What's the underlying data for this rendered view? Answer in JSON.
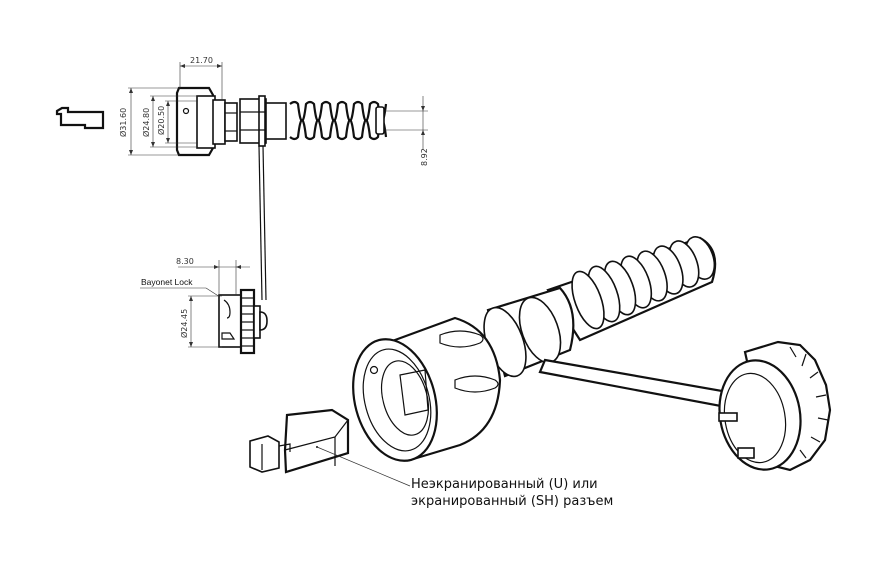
{
  "figure": {
    "top_view": {
      "dimensions": {
        "length": "21.70",
        "diameter_outer": "Ø31.60",
        "diameter_mid": "Ø24.80",
        "diameter_inner": "Ø20.50",
        "cable_gland": "8.92"
      }
    },
    "side_view": {
      "dimensions": {
        "lock_offset": "8.30",
        "lock_diameter": "Ø24.45"
      },
      "callout": "Bayonet Lock"
    },
    "caption": {
      "line1": "Неэкранированный (U) или",
      "line2": "экранированный (SH) разъем"
    }
  }
}
